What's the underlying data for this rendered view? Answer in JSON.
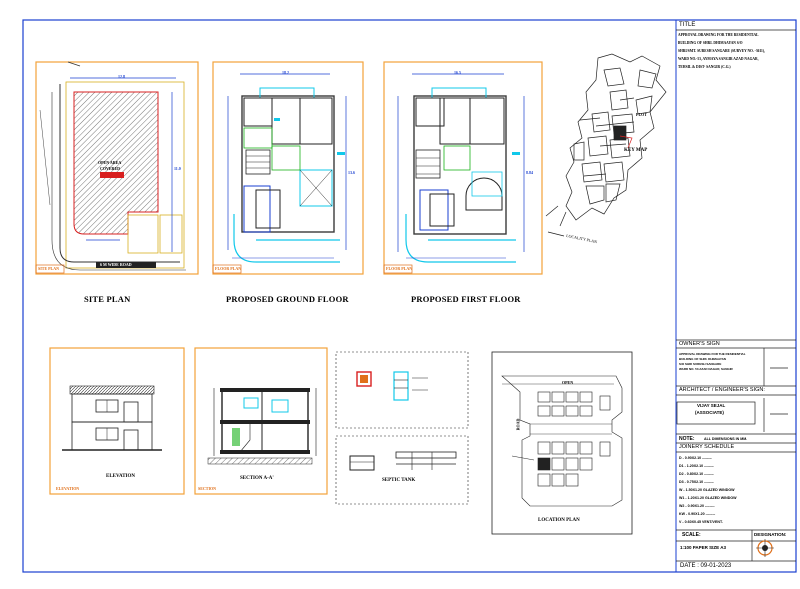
{
  "title_block": {
    "title_heading": "TITLE",
    "title_text": [
      "APPROVAL DRAWING FOR THE RESIDENTIAL",
      "BUILDING OF SHRI. DHIMAAYAN S/O",
      "SHRI/SMT. SURESH SANGARE (SURVEY NO. -3611),",
      "WARD NO.-53, AYMAYA SANGIR AZAD NAGAR,",
      "TEHSIL & DIST- SANGIR (C.G.)"
    ],
    "owner_sign": "OWNER'S SIGN",
    "owner_address": [
      "APPROVAL DRAWING FOR THE RESIDENTIAL",
      "BUILDING OF SHRI. DHIMAAYAN",
      "S/O SHRI SURESH SANGARE",
      "WARD NO. 53 AZAD NAGAR, SANGIR"
    ],
    "architect_sign": "ARCHITECT / ENGINEER'S SIGN:",
    "architect_name": "VIJAY SEJAL",
    "architect_reg": "(ASSOCIATE)",
    "note_label": "NOTE:",
    "note_text": "ALL DIMENSIONS IN MM.",
    "joinery_heading": "JOINERY SCHEDULE",
    "joinery_rows": [
      "D - 0.90X2.10 --------",
      "D1 - 1.20X2.10 --------",
      "D2 - 0.80X2.10 --------",
      "D3 - 0.75X2.10 --------",
      "W - 1.50X1.20 GLAZED WINDOW",
      "W1 - 1.20X1.20 GLAZED WINDOW",
      "W2 - 0.90X1.20 --------",
      "KW - 0.90X1.20 --------",
      "V - 0.60X0.45 VENT/VENT."
    ],
    "scale_label": "SCALE:",
    "scale_value": "1:100 PAPER SIZE A3",
    "designation_label": "DESIGNATION:",
    "date": "DATE : 09-01-2023"
  },
  "drawings": {
    "site_plan_title": "SITE PLAN",
    "ground_floor_title": "PROPOSED GROUND FLOOR",
    "first_floor_title": "PROPOSED FIRST FLOOR",
    "key_map_label": "KEY MAP",
    "plot_label": "PLOT",
    "locality_plan_label": "LOCALITY PLAN",
    "elevation_title": "ELEVATION",
    "elevation_tag": "ELEVATION",
    "section_title": "SECTION A-A'",
    "section_tag": "SECTION",
    "septic_tank_title": "SEPTIC TANK",
    "location_plan_title": "LOCATION PLAN",
    "site_tag": "SITE PLAN",
    "gf_tag": "FLOOR PLAN",
    "ff_tag": "FLOOR PLAN",
    "road_label": "ROAD",
    "open_label": "OPEN",
    "road_note": "6 M WIDE ROAD",
    "site_center": "OPEN AREA",
    "site_sub": "COVERED",
    "dim_labels": [
      "12.8",
      "11.0",
      "18.2",
      "13.6",
      "16.5",
      "8.84"
    ]
  },
  "colors": {
    "frame": "#1a3fd0",
    "panel_border": "#f2a23a",
    "cyan": "#11c8ea",
    "wall": "#3a3a3a",
    "red": "#d82020",
    "green": "#19b31a",
    "accent_orange": "#e0701a"
  }
}
